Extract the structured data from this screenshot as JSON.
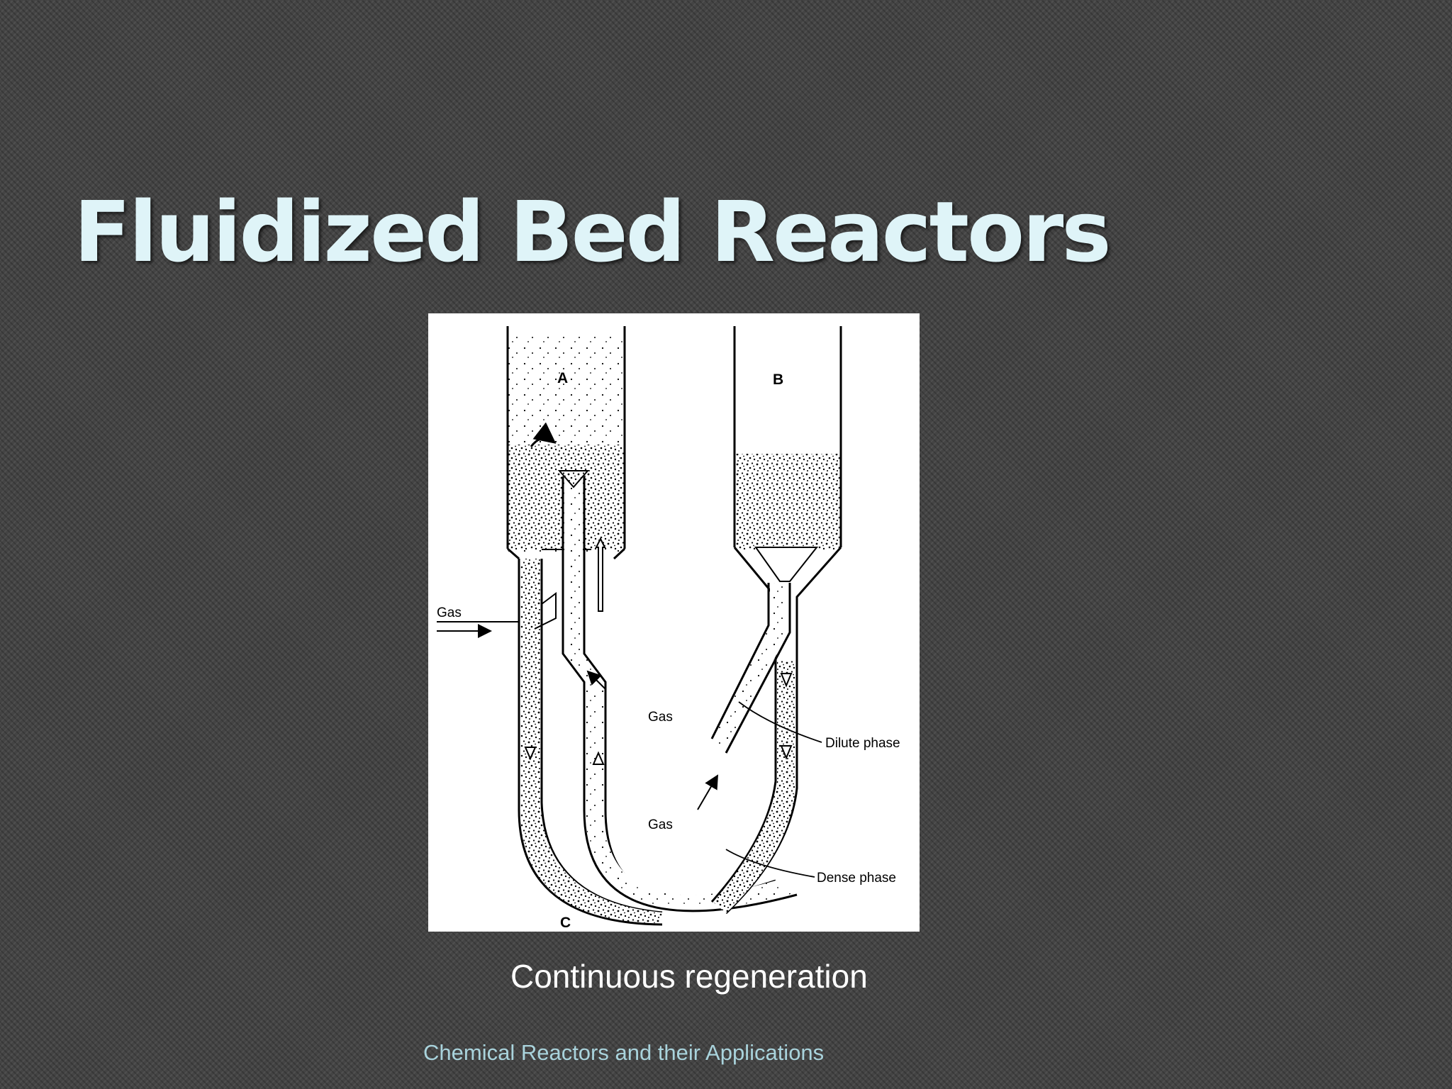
{
  "slide": {
    "title": "Fluidized Bed Reactors",
    "caption": "Continuous regeneration",
    "footer": "Chemical Reactors and their Applications"
  },
  "diagram": {
    "vessel_a_label": "A",
    "vessel_b_label": "B",
    "u_tube_label": "C",
    "gas_inlet_left_label": "Gas",
    "gas_inlet_center_label": "Gas",
    "gas_inlet_lower_label": "Gas",
    "dilute_phase_label": "Dilute phase",
    "dense_phase_label": "Dense phase"
  },
  "colors": {
    "title": "#dff4f8",
    "footer": "#a9d3dc",
    "background": "#444444"
  }
}
